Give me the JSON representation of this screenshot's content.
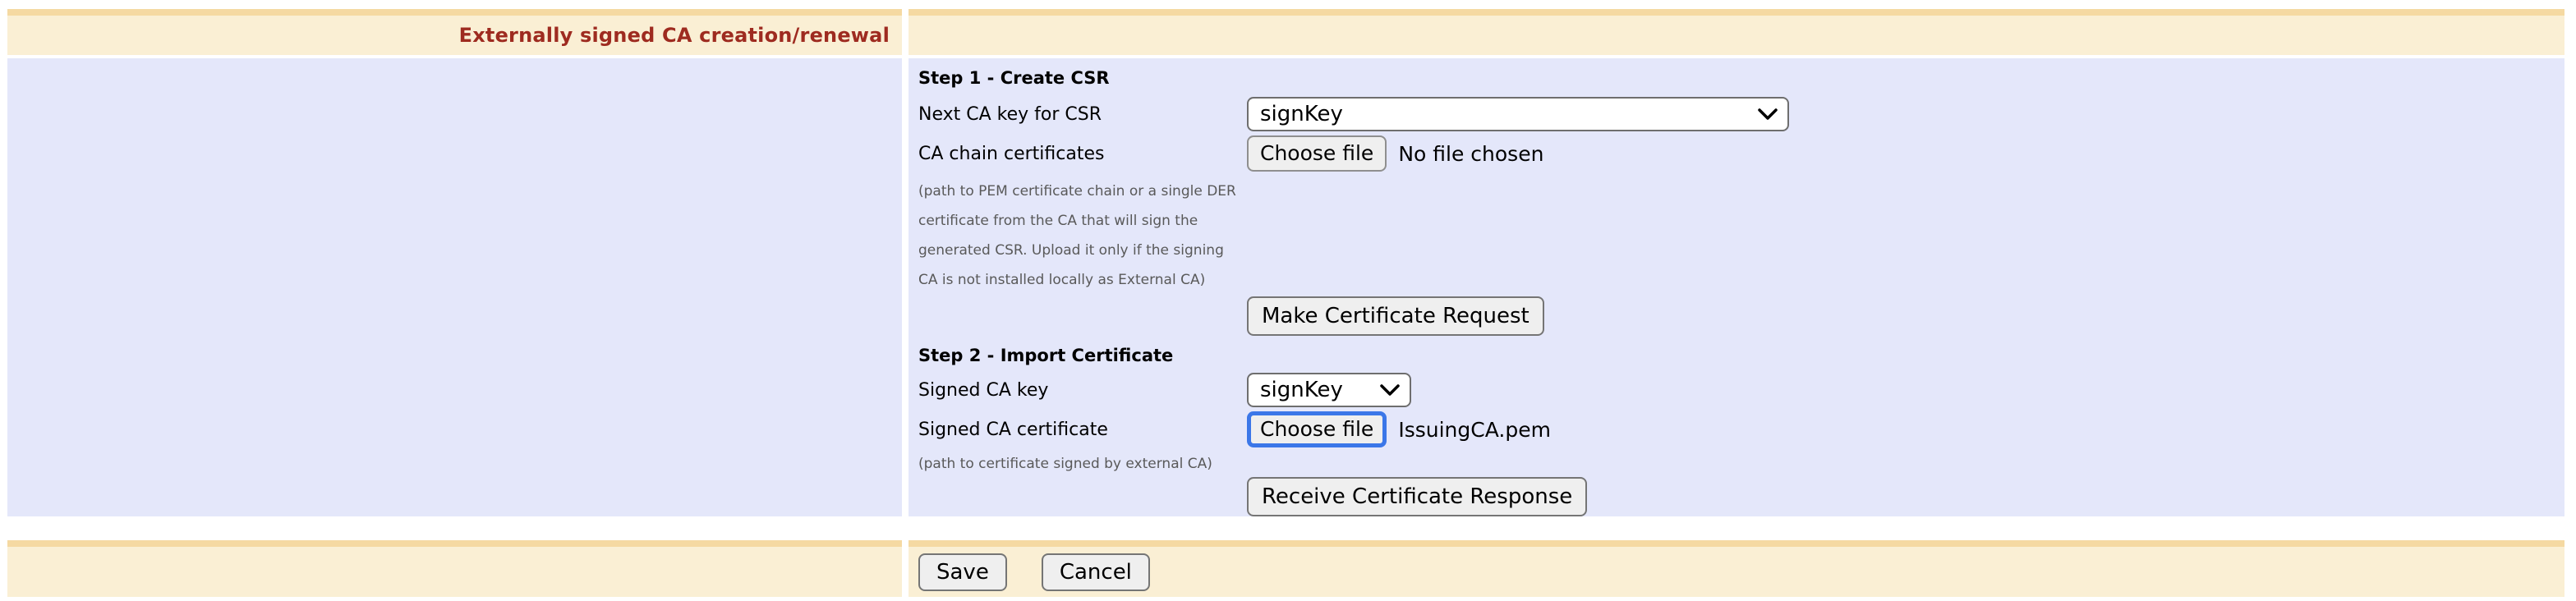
{
  "header": {
    "title": "Externally signed CA creation/renewal"
  },
  "step1": {
    "heading": "Step 1 - Create CSR",
    "key_label": "Next CA key for CSR",
    "key_value": "signKey",
    "chain_label": "CA chain certificates",
    "chain_button_label": "Choose file",
    "chain_status": "No file chosen",
    "help_lines": [
      "(path to PEM certificate chain or a single DER",
      "certificate from the CA that will sign the",
      "generated CSR. Upload it only if the signing",
      "CA is not installed locally as External CA)"
    ],
    "submit_label": "Make Certificate Request"
  },
  "step2": {
    "heading": "Step 2 - Import Certificate",
    "key_label": "Signed CA key",
    "key_value": "signKey",
    "cert_label": "Signed CA certificate",
    "cert_button_label": "Choose file",
    "cert_filename": "IssuingCA.pem",
    "help": "(path to certificate signed by external CA)",
    "submit_label": "Receive Certificate Response"
  },
  "footer": {
    "save_label": "Save",
    "cancel_label": "Cancel"
  },
  "colors": {
    "band": "#F5D9A2",
    "cream": "#FAEFD4",
    "lavender": "#E4E7FA",
    "title_red": "#9E2B20",
    "focus_blue": "#3B77E8",
    "button_bg": "#EFEFEF"
  }
}
